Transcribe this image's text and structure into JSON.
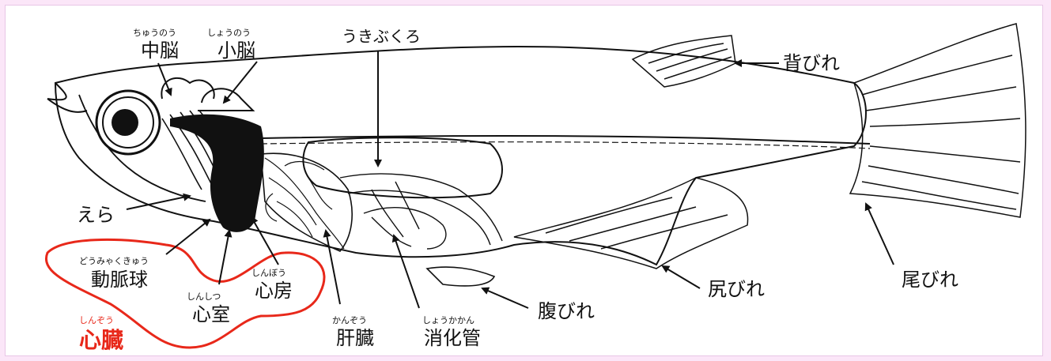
{
  "labels": {
    "chuno": {
      "text": "中脳",
      "ruby": "ちゅうのう"
    },
    "shono": {
      "text": "小脳",
      "ruby": "しょうのう"
    },
    "ukibukuro": {
      "text": "うきぶくろ"
    },
    "sebire": {
      "text": "背びれ"
    },
    "era": {
      "text": "えら"
    },
    "domyakukyu": {
      "text": "動脈球",
      "ruby": "どうみゃくきゅう"
    },
    "shinbo": {
      "text": "心房",
      "ruby": "しんぼう"
    },
    "shinshitsu": {
      "text": "心室",
      "ruby": "しんしつ"
    },
    "shinzo": {
      "text": "心臓",
      "ruby": "しんぞう"
    },
    "kanzo": {
      "text": "肝臓",
      "ruby": "かんぞう"
    },
    "shokakan": {
      "text": "消化管",
      "ruby": "しょうかかん"
    },
    "harabire": {
      "text": "腹びれ"
    },
    "shiribire": {
      "text": "尻びれ"
    },
    "obire": {
      "text": "尾びれ"
    }
  },
  "colors": {
    "background": "#fbe6f8",
    "heart_highlight": "#e8281a",
    "line": "#111111"
  }
}
